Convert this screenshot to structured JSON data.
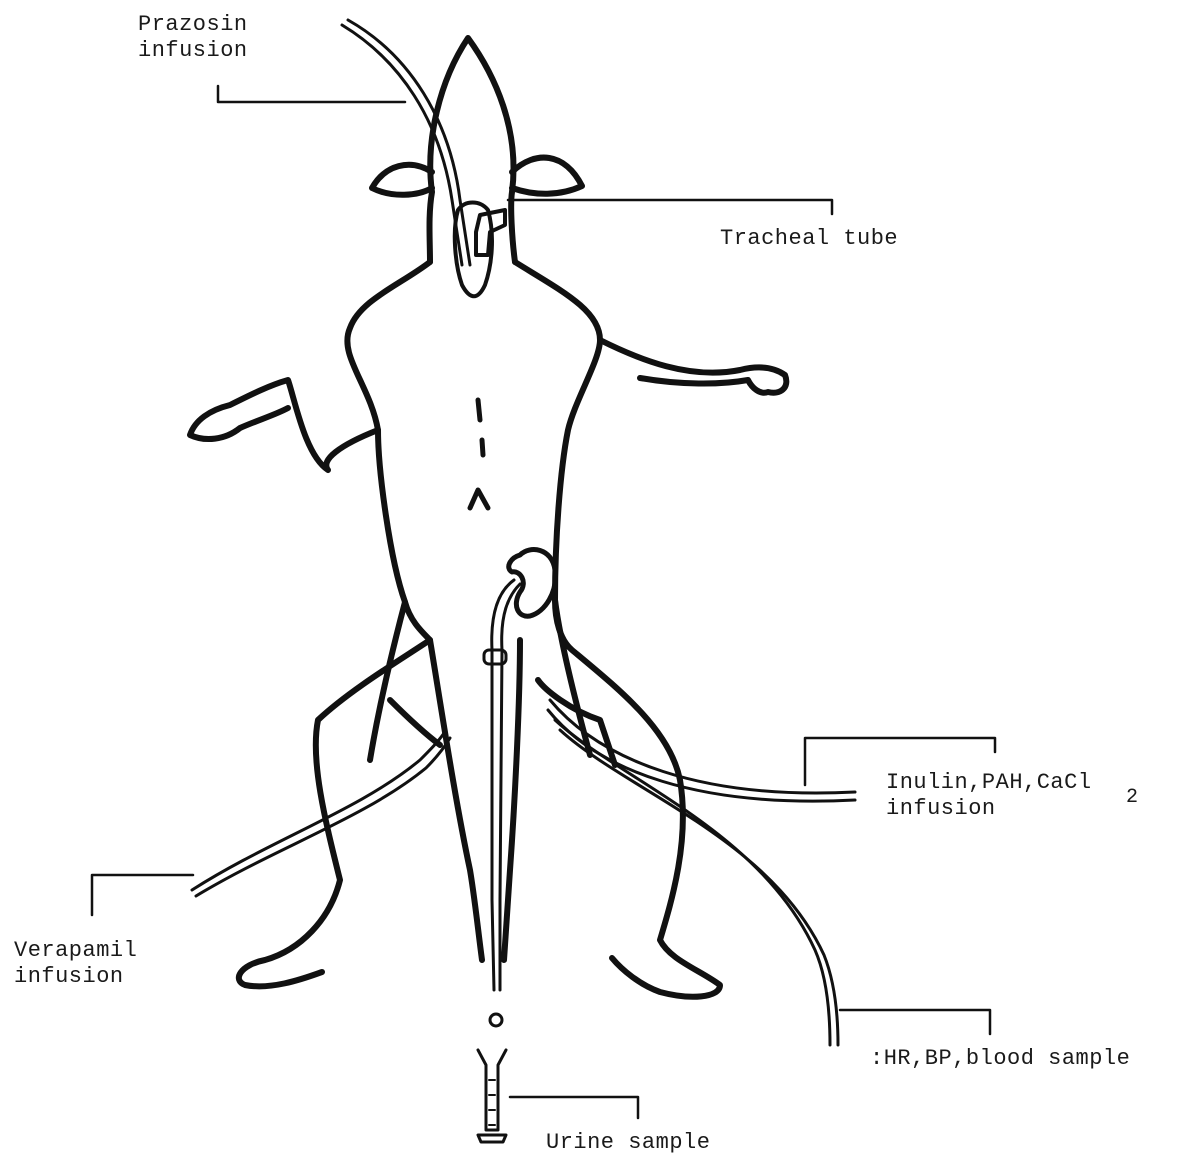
{
  "labels": {
    "prazosin": {
      "line1": "Prazosin",
      "line2": "infusion"
    },
    "tracheal": "Tracheal tube",
    "inulin": {
      "line1": "Inulin,PAH,CaCl",
      "subscript": "2",
      "line2": "infusion"
    },
    "verapamil": {
      "line1": "Verapamil",
      "line2": "infusion"
    },
    "hr_bp": ":HR,BP,blood sample",
    "urine": "Urine sample"
  },
  "colors": {
    "ink": "#111111",
    "background": "#ffffff"
  }
}
